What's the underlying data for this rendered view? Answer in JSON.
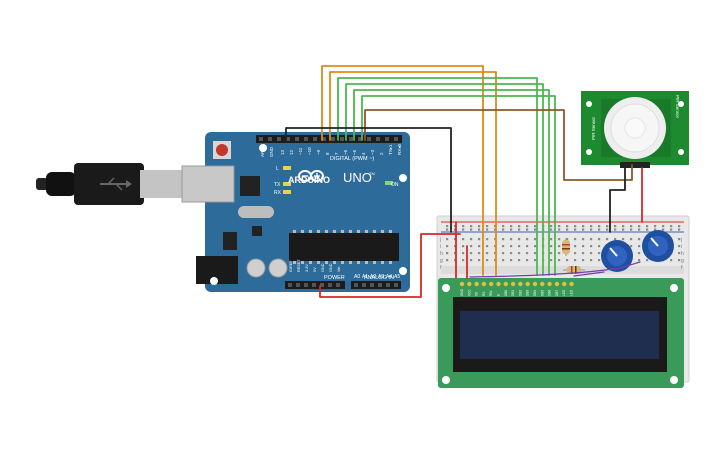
{
  "arduino": {
    "brand": "ARDUINO",
    "model": "UNO",
    "tm": "TM",
    "digital_header": "DIGITAL (PWM ~)",
    "power_header": "POWER",
    "analog_header": "ANALOG IN",
    "on_label": "ON",
    "l_label": "L",
    "tx_label": "TX",
    "rx_label": "RX",
    "aref": "AREF",
    "gnd": "GND",
    "digital_pins": [
      "13",
      "12",
      "~11",
      "~10",
      "~9",
      "8",
      "7",
      "~6",
      "~5",
      "4",
      "~3",
      "2",
      "TX▸1",
      "RX◂0"
    ],
    "power_pins": [
      "IOREF",
      "RESET",
      "3.3V",
      "5V",
      "GND",
      "GND",
      "Vin"
    ],
    "analog_pins": [
      "A0",
      "A1",
      "A2",
      "A3",
      "A4",
      "A5"
    ]
  },
  "pir": {
    "label_left": "PIR Sensor",
    "label_right": "PIR Sensor"
  },
  "lcd": {
    "pin_labels": [
      "GND",
      "VCC",
      "V0",
      "RS",
      "RW",
      "E",
      "DB0",
      "DB1",
      "DB2",
      "DB3",
      "DB4",
      "DB5",
      "DB6",
      "DB7",
      "LED",
      "LED"
    ]
  },
  "breadboard": {
    "row_letters_top": [
      "j",
      "i",
      "h",
      "g",
      "f"
    ],
    "row_letters_bottom": [
      "e",
      "d",
      "c",
      "b",
      "a"
    ]
  },
  "colors": {
    "board": "#2d6b9a",
    "wire_orange": "#e08a1a",
    "wire_green": "#4cb84c",
    "wire_black": "#222222",
    "wire_red": "#d62828",
    "wire_brown": "#8a5a2b",
    "lcd_pcb": "#3a9a5a",
    "lcd_screen": "#1f2d4f",
    "pir_pcb": "#1e8a30"
  }
}
